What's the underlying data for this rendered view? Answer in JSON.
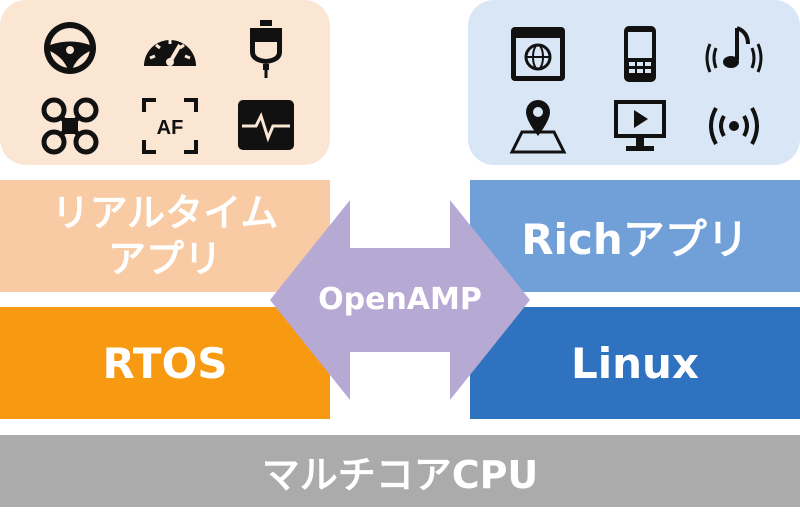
{
  "realtime_icons": [
    "steering-wheel-icon",
    "speedometer-icon",
    "iv-drip-icon",
    "drone-icon",
    "autofocus-icon",
    "heart-monitor-icon"
  ],
  "autofocus_label": "AF",
  "rich_icons": [
    "browser-globe-icon",
    "mobile-phone-icon",
    "music-sound-icon",
    "map-pin-icon",
    "video-display-icon",
    "wireless-signal-icon"
  ],
  "realtime_app": {
    "line1": "リアルタイム",
    "line2": "アプリ"
  },
  "rich_app": "Richアプリ",
  "rtos": "RTOS",
  "linux": "Linux",
  "openamp": "OpenAMP",
  "cpu": "マルチコアCPU",
  "colors": {
    "realtime_panel": "#fbe5d3",
    "rich_panel": "#d9e6f5",
    "realtime_app": "#f8cba4",
    "rtos": "#f79a12",
    "rich_app": "#70a0d7",
    "linux": "#2f72bf",
    "openamp_arrow": "#b6a9d4",
    "cpu": "#ababab"
  }
}
